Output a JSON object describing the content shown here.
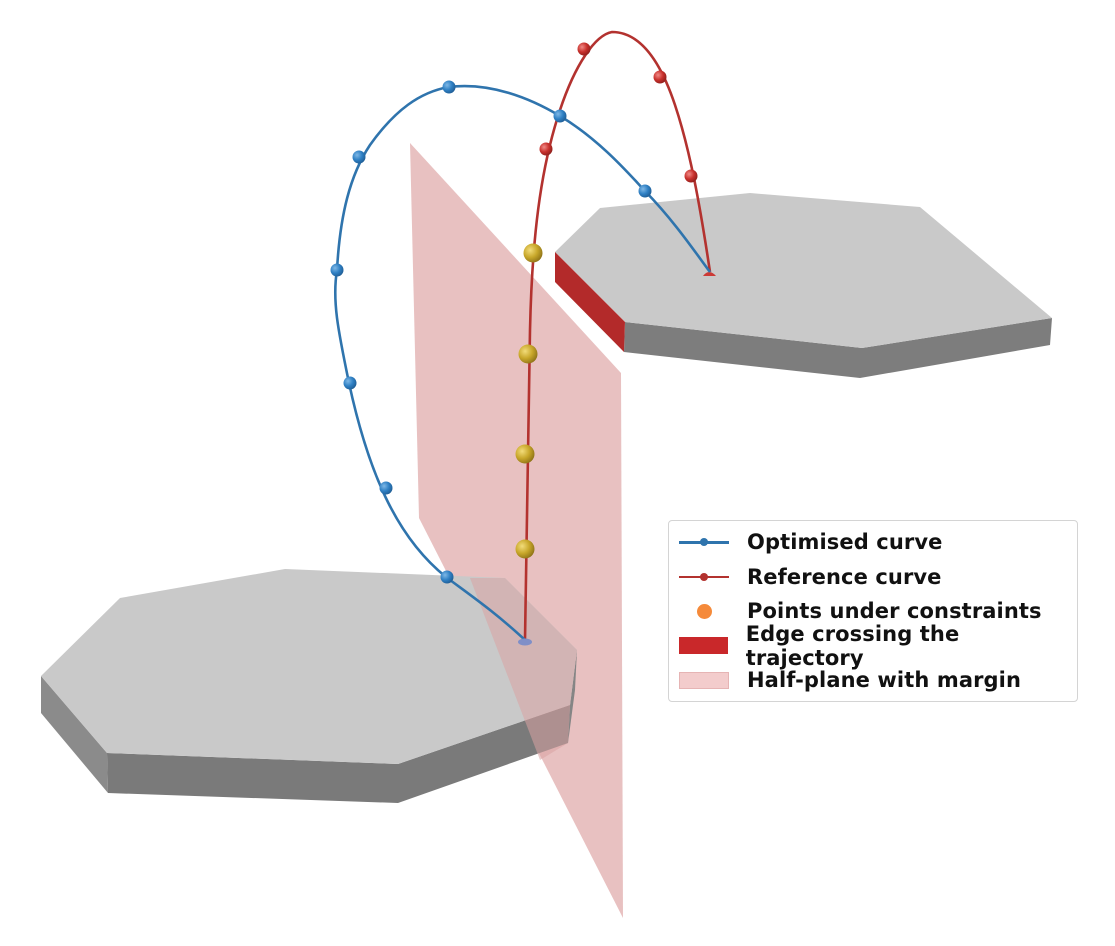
{
  "legend": {
    "optimised": "Optimised curve",
    "reference": "Reference curve",
    "constraints": "Points under constraints",
    "edge": "Edge crossing the trajectory",
    "halfplane": "Half-plane with margin"
  },
  "colors": {
    "optimised": "#2f74ad",
    "optimised_marker": "#3a86c8",
    "reference": "#b3322f",
    "reference_marker": "#c8302c",
    "constraint_marker": "#c8a72a",
    "constraint_legend": "#f58a3a",
    "edge": "#c9282a",
    "halfplane": "#e8a8a8",
    "platform_top": "#c9c9c9",
    "platform_side": "#7d7d7d"
  }
}
